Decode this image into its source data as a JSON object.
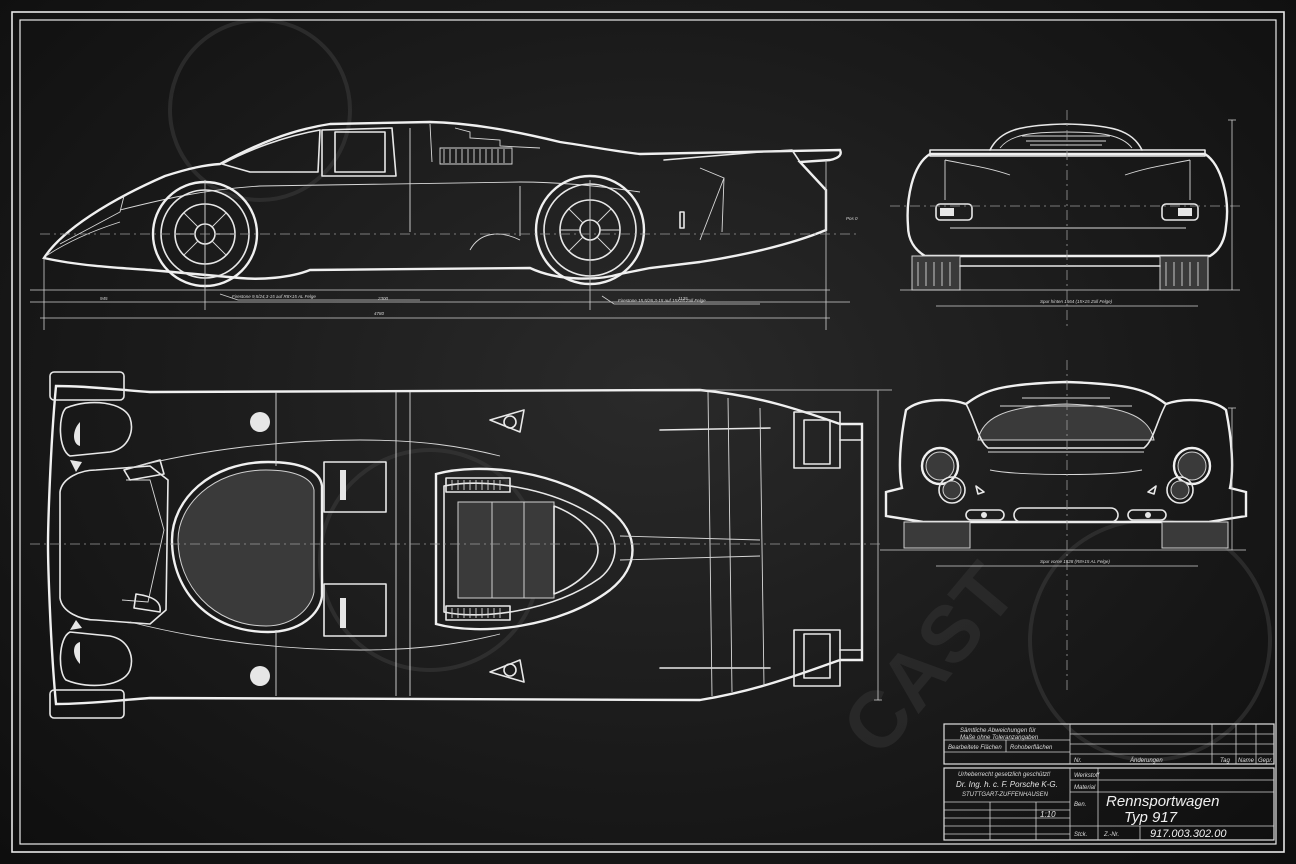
{
  "title_block": {
    "notes_header_1": "Sämtliche Abweichungen für",
    "notes_header_2": "Maße ohne Toleranzangaben",
    "notes_col_1": "Bearbeitete Flächen",
    "notes_col_2": "Rohoberflächen",
    "rev_col_nr": "Nr.",
    "rev_col_changes": "Änderungen",
    "rev_col_date": "Tag",
    "rev_col_name": "Name",
    "rev_col_check": "Gepr.",
    "copyright_line": "Urheberrecht gesetzlich geschützt!",
    "company": "Dr. Ing. h. c. F. Porsche K-G.",
    "city": "STUTTGART-ZUFFENHAUSEN",
    "scale": "1:10",
    "label_werkstoff": "Werkstoff",
    "label_material": "Material",
    "label_ben": "Ben.",
    "label_stck": "Stck.",
    "label_znr": "Z.-Nr.",
    "drawing_title_line1": "Rennsportwagen",
    "drawing_title_line2": "Typ 917",
    "drawing_number": "917.003.302.00"
  }
}
